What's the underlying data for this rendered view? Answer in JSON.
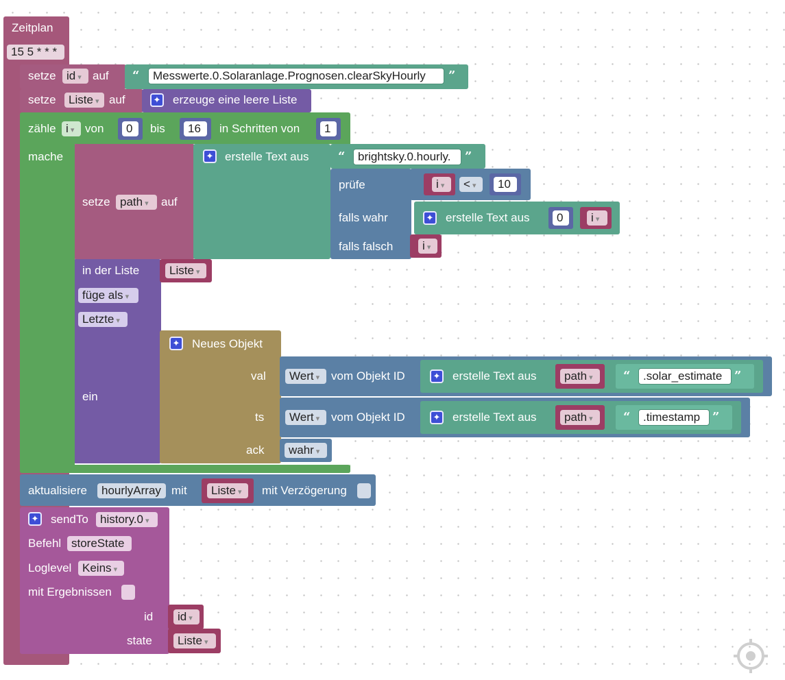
{
  "schedule": {
    "title": "Zeitplan",
    "cron": "15 5 * * *"
  },
  "set_id": {
    "label": "setze",
    "var": "id",
    "to": "auf",
    "value": "Messwerte.0.Solaranlage.Prognosen.clearSkyHourly"
  },
  "set_list": {
    "label": "setze",
    "var": "Liste",
    "to": "auf",
    "create_label": "erzeuge eine leere Liste"
  },
  "loop": {
    "count_label": "zähle",
    "var": "i",
    "from_label": "von",
    "from": "0",
    "to_label": "bis",
    "to": "16",
    "step_label": "in Schritten von",
    "step": "1",
    "do_label": "mache"
  },
  "set_path": {
    "label": "setze",
    "var": "path",
    "to": "auf",
    "join_label": "erstelle Text aus",
    "prefix": "brightsky.0.hourly.",
    "check_label": "prüfe",
    "cond_var": "i",
    "cond_op": "<",
    "cond_value": "10",
    "true_label": "falls wahr",
    "true_join": "erstelle Text aus",
    "true_zero": "0",
    "true_var": "i",
    "false_label": "falls falsch",
    "false_var": "i"
  },
  "list_insert": {
    "in_list_label": "in der Liste",
    "list_var": "Liste",
    "mode": "füge als",
    "where": "Letzte",
    "item_label": "ein"
  },
  "new_object": {
    "label": "Neues Objekt",
    "val_key": "val",
    "ts_key": "ts",
    "ack_key": "ack",
    "val_attr": "Wert",
    "of_object": "vom Objekt ID",
    "join_label": "erstelle Text aus",
    "val_path": "path",
    "val_suffix": ".solar_estimate",
    "ts_attr": "Wert",
    "ts_path": "path",
    "ts_suffix": ".timestamp",
    "ack_value": "wahr"
  },
  "update": {
    "label": "aktualisiere",
    "target": "hourlyArray",
    "with_label": "mit",
    "var": "Liste",
    "delay_label": "mit Verzögerung"
  },
  "send_to": {
    "label": "sendTo",
    "adapter": "history.0",
    "command_label": "Befehl",
    "command": "storeState",
    "log_label": "Loglevel",
    "log": "Keins",
    "results_label": "mit Ergebnissen",
    "id_label": "id",
    "id_var": "id",
    "state_label": "state",
    "state_var": "Liste"
  },
  "icons": {
    "gear": "gear-icon",
    "recenter": "recenter-icon"
  }
}
